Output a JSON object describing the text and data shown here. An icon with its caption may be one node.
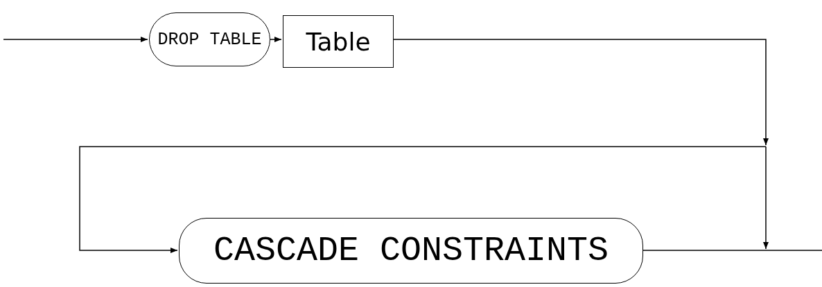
{
  "diagram": {
    "nodes": [
      {
        "text": [
          "DROP TABLE"
        ]
      },
      {
        "text": [
          "Table"
        ]
      },
      {
        "text": [
          "CASCADE CONSTRAINTS"
        ]
      }
    ],
    "edges": [
      {
        "from": null,
        "to": 0,
        "arrow": "to"
      },
      {
        "from": 0,
        "to": 1,
        "arrow": "to"
      },
      {
        "from": 1,
        "to": 2,
        "arrow": "to"
      },
      {
        "from": 1,
        "to": null,
        "arrow": "to"
      },
      {
        "from": 2,
        "to": null,
        "arrow": "none"
      }
    ]
  }
}
